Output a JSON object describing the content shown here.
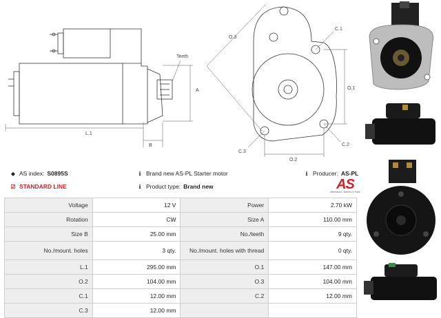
{
  "drawing": {
    "labels": {
      "teeth": "Teeth",
      "a": "A",
      "b": "B",
      "l1": "L.1",
      "o1": "O.1",
      "o2": "O.2",
      "o3": "O.3",
      "c1": "C.1",
      "c2": "C.2",
      "c3": "C.3"
    }
  },
  "info": {
    "index_label": "AS index:",
    "index_value": "S0895S",
    "brand_text": "Brand new AS-PL Starter motor",
    "producer_label": "Producer:",
    "producer_value": "AS-PL",
    "standard_line": "STANDARD LINE",
    "type_label": "Product type:",
    "type_value": "Brand new"
  },
  "logo": {
    "text": "AS",
    "tagline": "Alternators, Starters & Parts"
  },
  "spec_rows": [
    {
      "l1": "Voltage",
      "v1": "12 V",
      "l2": "Power",
      "v2": "2.70 kW"
    },
    {
      "l1": "Rotation",
      "v1": "CW",
      "l2": "Size A",
      "v2": "110.00 mm"
    },
    {
      "l1": "Size B",
      "v1": "25.00 mm",
      "l2": "No./teeth",
      "v2": "9 qty."
    },
    {
      "l1": "No./mount. holes",
      "v1": "3 qty.",
      "l2": "No./mount. holes with thread",
      "v2": "0 qty."
    },
    {
      "l1": "L.1",
      "v1": "295.00 mm",
      "l2": "O.1",
      "v2": "147.00 mm"
    },
    {
      "l1": "O.2",
      "v1": "104.00 mm",
      "l2": "O.3",
      "v2": "104.00 mm"
    },
    {
      "l1": "C.1",
      "v1": "12.00 mm",
      "l2": "C.2",
      "v2": "12.00 mm"
    },
    {
      "l1": "C.3",
      "v1": "12.00 mm",
      "l2": "",
      "v2": ""
    }
  ],
  "colors": {
    "accent": "#d4202a",
    "label_bg": "#eeeeee",
    "border": "#cfcfcf"
  }
}
